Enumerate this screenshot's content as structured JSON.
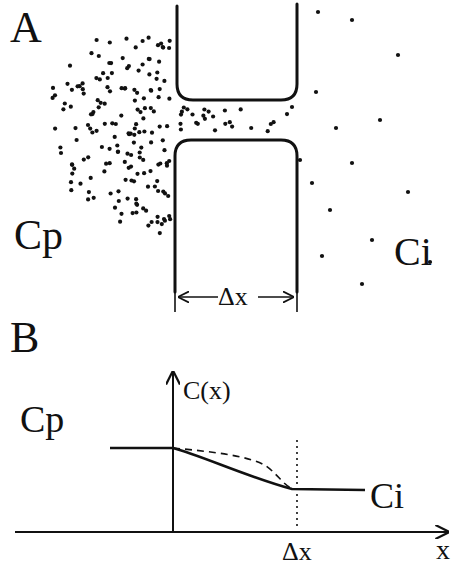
{
  "diagram": {
    "labels": [
      "A",
      "Cp",
      "Ci",
      "Δx",
      "B",
      "Cp",
      "C(x)",
      "Ci",
      "Δx",
      "x"
    ]
  }
}
